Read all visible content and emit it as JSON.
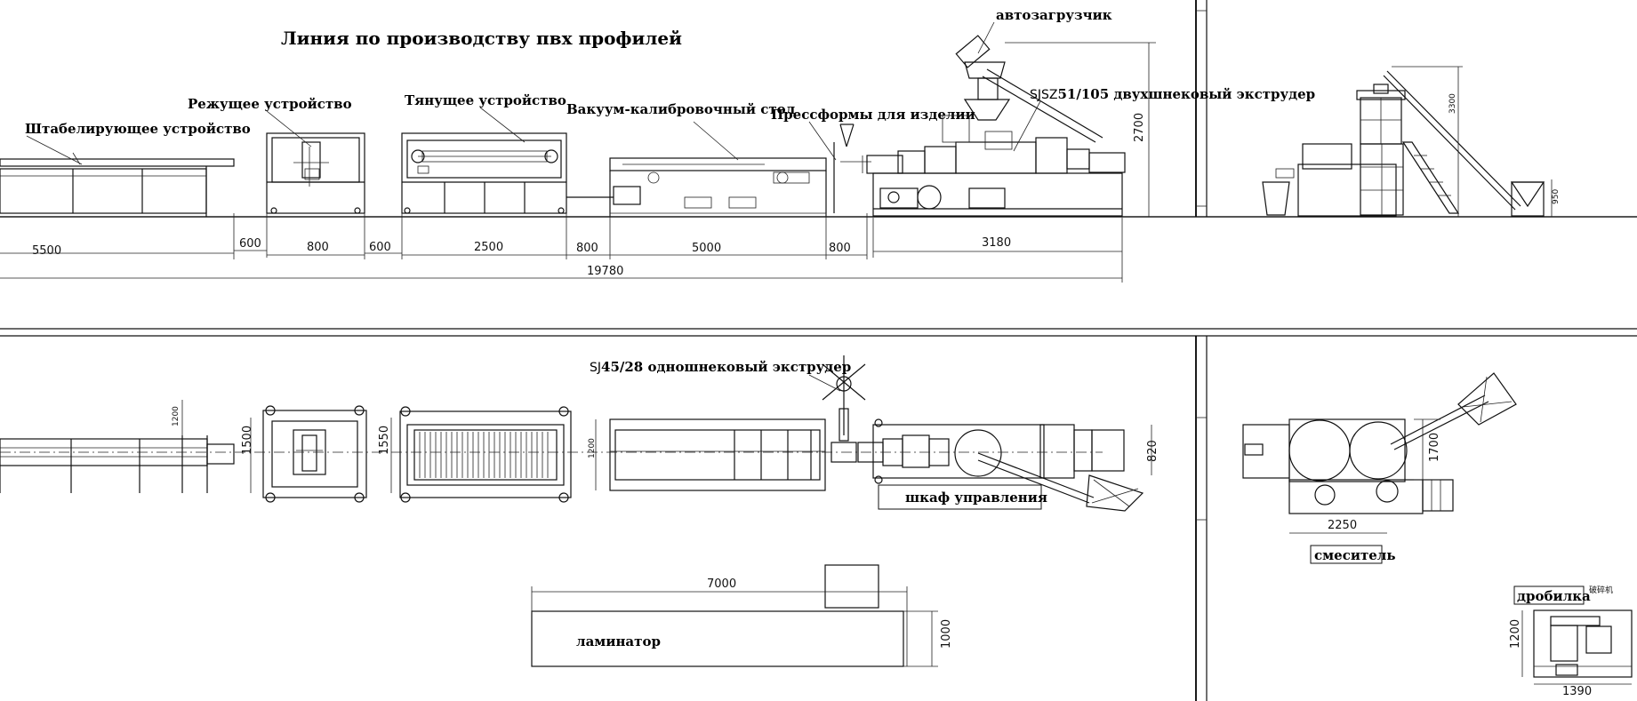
{
  "title": "Линия по производству пвх профилей",
  "elevation": {
    "labels": {
      "stacker": "Штабелирующее устройство",
      "cutter": "Режущее устройство",
      "haul_off": "Тянущее устройство",
      "vacuum_table": "Вакуум-калибровочный стол",
      "molds": "Прессформы для изделии",
      "autoloader": "автозагрузчик",
      "twin_extruder_code": "SJSZ",
      "twin_extruder_rest": "51/105 двухшнековый экструдер"
    },
    "dimensions": {
      "stacker_len": "5500",
      "gap1": "600",
      "cutter_len": "800",
      "gap2": "600",
      "haul_len": "2500",
      "gap3": "800",
      "table_len": "5000",
      "gap4": "800",
      "extruder_len": "3180",
      "total_len": "19780",
      "extruder_height": "2700",
      "mixer_height": "3300",
      "mixer_hopper": "950"
    }
  },
  "plan": {
    "labels": {
      "single_extruder_code": "SJ",
      "single_extruder_rest": "45/28 одношнековый экструдер",
      "control_cabinet": "шкаф управления",
      "laminator": "ламинатор",
      "mixer": "смеситель",
      "crusher": "дробилка",
      "crusher_cn": "破碎机"
    },
    "dimensions": {
      "stacker_w": "1200",
      "cutter_w": "1500",
      "haul_w": "1550",
      "table_w": "1200",
      "extruder_w": "820",
      "laminator_len": "7000",
      "laminator_w": "1000",
      "mixer_w": "1700",
      "mixer_len": "2250",
      "crusher_w": "1200",
      "crusher_len": "1390"
    }
  }
}
